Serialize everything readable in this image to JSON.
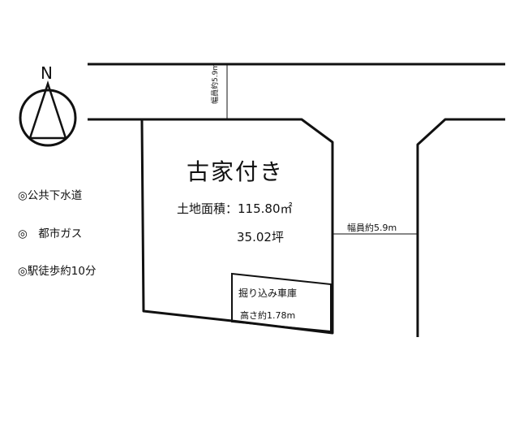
{
  "title": "古家付き",
  "land_area_label": "土地面積：115.80㎡",
  "land_area_tsubo": "35.02坪",
  "garage": {
    "label": "掘り込み車庫",
    "height": "高さ約1.78m"
  },
  "roads": {
    "north_width": "幅員約5.9m",
    "east_width": "幅員約5.9m"
  },
  "features": [
    "◎公共下水道",
    "◎　都市ガス",
    "◎駅徒歩約10分"
  ],
  "north_marker": "N"
}
